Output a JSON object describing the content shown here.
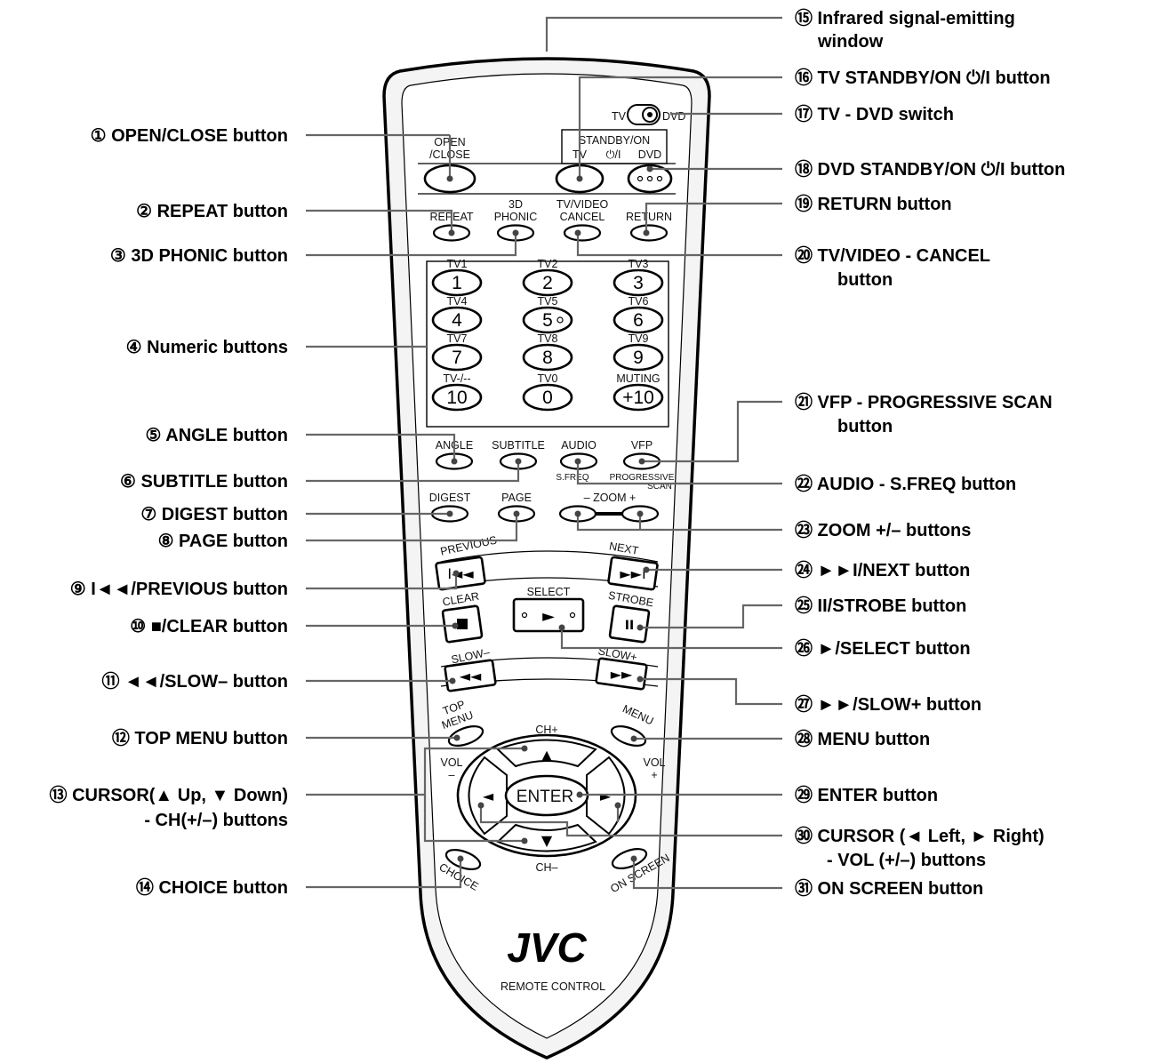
{
  "callouts_left": [
    {
      "id": "1",
      "text": "① OPEN/CLOSE button"
    },
    {
      "id": "2",
      "text": "② REPEAT button"
    },
    {
      "id": "3",
      "text": "③ 3D PHONIC button"
    },
    {
      "id": "4",
      "text": "④ Numeric buttons"
    },
    {
      "id": "5",
      "text": "⑤ ANGLE button"
    },
    {
      "id": "6",
      "text": "⑥ SUBTITLE button"
    },
    {
      "id": "7",
      "text": "⑦ DIGEST button"
    },
    {
      "id": "8",
      "text": "⑧ PAGE button"
    },
    {
      "id": "9",
      "text": "⑨ I◄◄/PREVIOUS button"
    },
    {
      "id": "10",
      "text": "⑩ ■/CLEAR button"
    },
    {
      "id": "11",
      "text": "⑪ ◄◄/SLOW– button"
    },
    {
      "id": "12",
      "text": "⑫ TOP MENU button"
    },
    {
      "id": "13",
      "lines": [
        "⑬ CURSOR(▲ Up, ▼ Down)",
        "- CH(+/–) buttons"
      ]
    },
    {
      "id": "14",
      "text": "⑭ CHOICE button"
    }
  ],
  "callouts_right": [
    {
      "id": "15",
      "lines": [
        "⑮ Infrared signal-emitting",
        "window"
      ]
    },
    {
      "id": "16",
      "text": "⑯ TV STANDBY/ON ⏻/I button"
    },
    {
      "id": "17",
      "text": "⑰ TV - DVD switch"
    },
    {
      "id": "18",
      "text": "⑱ DVD STANDBY/ON ⏻/I button"
    },
    {
      "id": "19",
      "text": "⑲ RETURN button"
    },
    {
      "id": "20",
      "lines": [
        "⑳ TV/VIDEO - CANCEL",
        "button"
      ]
    },
    {
      "id": "21",
      "lines": [
        "㉑ VFP - PROGRESSIVE SCAN",
        "button"
      ]
    },
    {
      "id": "22",
      "text": "㉒ AUDIO - S.FREQ button"
    },
    {
      "id": "23",
      "text": "㉓ ZOOM +/– buttons"
    },
    {
      "id": "24",
      "text": "㉔ ►►I/NEXT button"
    },
    {
      "id": "25",
      "text": "㉕ II/STROBE button"
    },
    {
      "id": "26",
      "text": "㉖ ►/SELECT button"
    },
    {
      "id": "27",
      "text": "㉗ ►►/SLOW+ button"
    },
    {
      "id": "28",
      "text": "㉘ MENU button"
    },
    {
      "id": "29",
      "text": "㉙ ENTER button"
    },
    {
      "id": "30",
      "lines": [
        "㉚ CURSOR (◄ Left, ► Right)",
        "- VOL (+/–)  buttons"
      ]
    },
    {
      "id": "31",
      "text": "㉛ ON SCREEN button"
    }
  ],
  "remote": {
    "switch": {
      "left": "TV",
      "right": "DVD"
    },
    "standby_box": {
      "title": "STANDBY/ON",
      "tv": "TV",
      "power_symbol": "⏻/I",
      "dvd": "DVD"
    },
    "open_close": [
      "OPEN",
      "/CLOSE"
    ],
    "repeat": "REPEAT",
    "phonic": [
      "3D",
      "PHONIC"
    ],
    "tvvideo": [
      "TV/VIDEO",
      "CANCEL"
    ],
    "return": "RETURN",
    "numeric": [
      {
        "tv": "TV1",
        "digit": "1"
      },
      {
        "tv": "TV2",
        "digit": "2"
      },
      {
        "tv": "TV3",
        "digit": "3"
      },
      {
        "tv": "TV4",
        "digit": "4"
      },
      {
        "tv": "TV5",
        "digit": "5"
      },
      {
        "tv": "TV6",
        "digit": "6"
      },
      {
        "tv": "TV7",
        "digit": "7"
      },
      {
        "tv": "TV8",
        "digit": "8"
      },
      {
        "tv": "TV9",
        "digit": "9"
      },
      {
        "tv": "TV-/--",
        "digit": "10"
      },
      {
        "tv": "TV0",
        "digit": "0"
      },
      {
        "tv": "MUTING",
        "digit": "+10"
      }
    ],
    "angle": "ANGLE",
    "subtitle": "SUBTITLE",
    "audio": "AUDIO",
    "sfreq": "S.FREQ",
    "vfp": "VFP",
    "progressive": "PROGRESSIVE",
    "scan": "SCAN",
    "digest": "DIGEST",
    "page": "PAGE",
    "zoom": "–  ZOOM  +",
    "previous": "PREVIOUS",
    "next": "NEXT",
    "clear": "CLEAR",
    "select": "SELECT",
    "strobe": "STROBE",
    "slow_minus": "SLOW–",
    "slow_plus": "SLOW+",
    "top_menu": [
      "TOP",
      "MENU"
    ],
    "menu": "MENU",
    "ch_plus": "CH+",
    "ch_minus": "CH–",
    "vol_left": [
      "VOL",
      "–"
    ],
    "vol_right": [
      "VOL",
      "+"
    ],
    "enter": "ENTER",
    "choice": "CHOICE",
    "on_screen": "ON SCREEN",
    "brand": "JVC",
    "caption": "REMOTE CONTROL"
  }
}
